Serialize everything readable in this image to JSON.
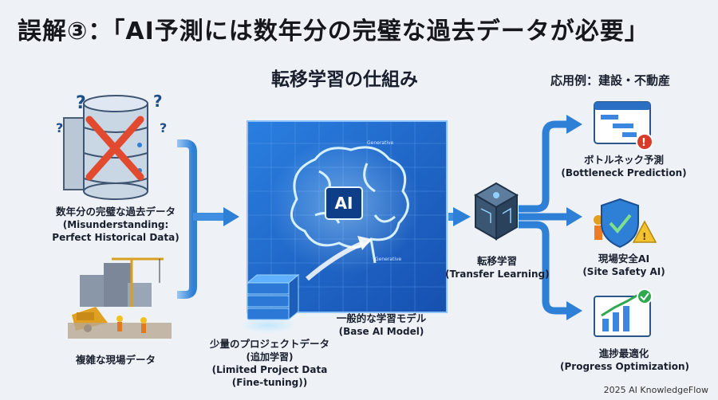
{
  "header": {
    "title": "誤解③：「AI予測には数年分の完璧な過去データが必要」",
    "subtitle": "転移学習の仕組み",
    "applications_title": "応用例：建設・不動産"
  },
  "left": {
    "database": {
      "label_jp": "数年分の完璧な過去データ",
      "label_en1": "(Misunderstanding:",
      "label_en2": "Perfect Historical Data)"
    },
    "construction": {
      "label_jp": "複雑な現場データ"
    }
  },
  "center": {
    "ai_badge": "AI",
    "base_model": {
      "label_jp": "一般的な学習モデル",
      "label_en": "(Base AI Model)"
    },
    "project_data": {
      "label_jp": "少量のプロジェクトデータ",
      "label_jp2": "(追加学習)",
      "label_en1": "(Limited Project Data",
      "label_en2": "(Fine-tuning))"
    },
    "blueprint_text": "Generative"
  },
  "transfer": {
    "label_jp": "転移学習",
    "label_en": "(Transfer Learning)"
  },
  "applications": [
    {
      "label_jp": "ボトルネック予測",
      "label_en": "(Bottleneck Prediction)",
      "icon": "gantt-chart-icon"
    },
    {
      "label_jp": "現場安全AI",
      "label_en": "(Site Safety AI)",
      "icon": "shield-check-icon"
    },
    {
      "label_jp": "進捗最適化",
      "label_en": "(Progress Optimization)",
      "icon": "growth-chart-icon"
    }
  ],
  "footer": {
    "credit": "2025 AI KnowledgeFlow"
  },
  "colors": {
    "accent": "#1e6fd0",
    "arrow": "#3f8ee0",
    "blueprint": "#1d5fc0",
    "warning": "#d93b2b",
    "success": "#2fa84f"
  }
}
